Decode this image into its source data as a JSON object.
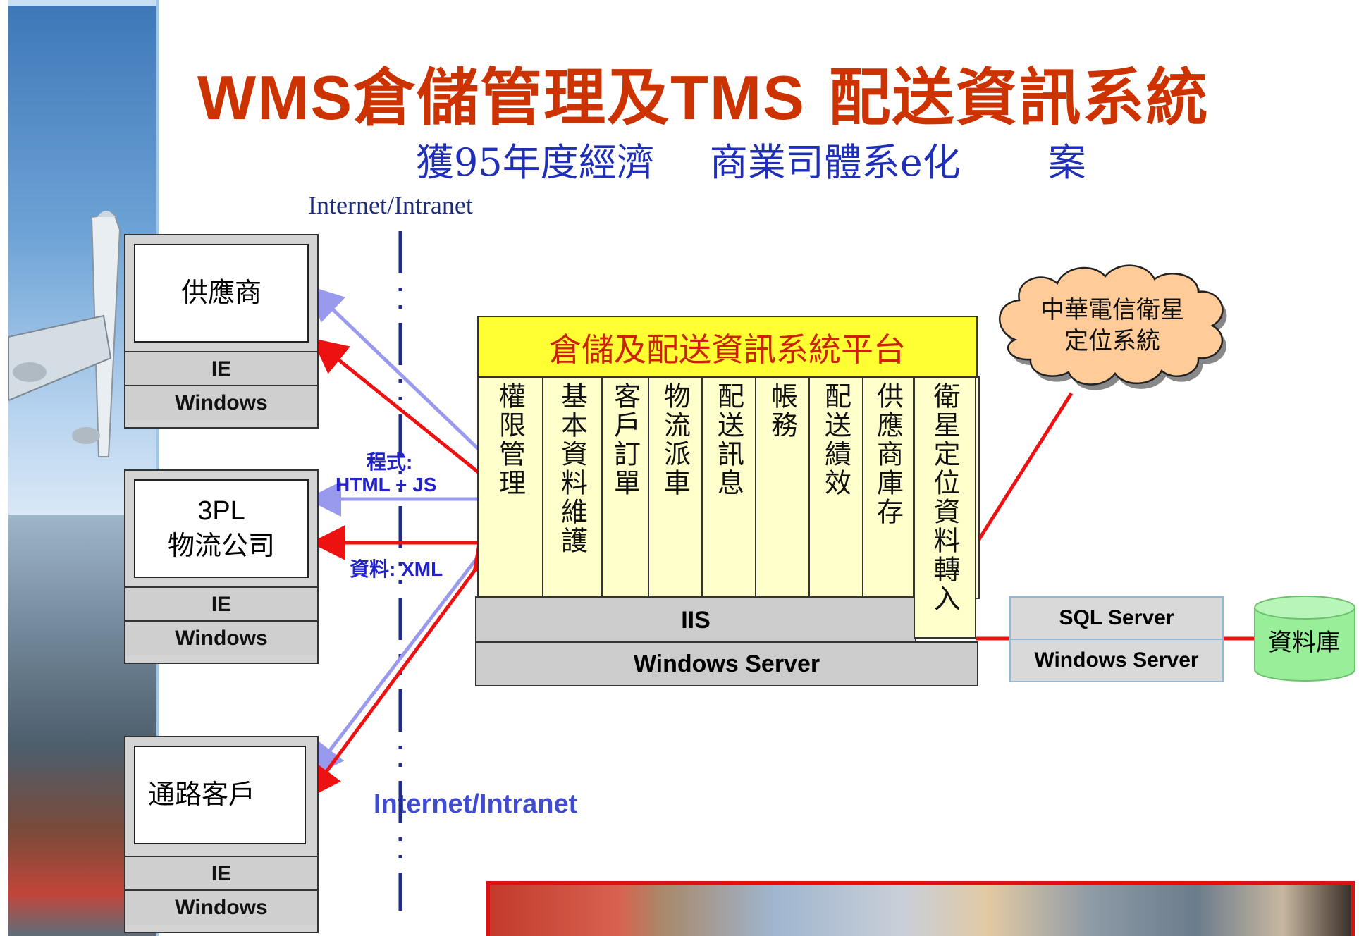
{
  "title": {
    "part1": "WMS",
    "part2": "倉儲管理及",
    "part3": "TMS",
    "part4": " 配送資訊系統"
  },
  "subtitle": {
    "part1": "獲95年度經濟",
    "part2": "商業司體系e化",
    "part3": "案"
  },
  "network": {
    "top_label": "Internet/Intranet",
    "bottom_label": "Internet/Intranet"
  },
  "clients": [
    {
      "name": "供應商",
      "browser": "IE",
      "os": "Windows"
    },
    {
      "name_line1": "3PL",
      "name_line2": "物流公司",
      "browser": "IE",
      "os": "Windows"
    },
    {
      "name": "通路客戶",
      "browser": "IE",
      "os": "Windows"
    }
  ],
  "connection_labels": {
    "program_line1": "程式:",
    "program_line2": "HTML + JS",
    "data": "資料: XML"
  },
  "platform": {
    "title": "倉儲及配送資訊系統平台",
    "modules": [
      "權限管理",
      "基本資料維護",
      "客戶訂單",
      "物流派車",
      "配送訊息",
      "帳務",
      "配送績效",
      "供應商庫存"
    ],
    "satellite_module": "衛星定位資料轉入",
    "web_server": "IIS",
    "server_os": "Windows Server"
  },
  "gps_system": {
    "line1": "中華電信衛星",
    "line2": "定位系統"
  },
  "db_server": {
    "software": "SQL Server",
    "os": "Windows Server"
  },
  "database": {
    "label": "資料庫"
  },
  "colors": {
    "title": "#cc3300",
    "subtitle": "#1f2fb8",
    "platform_header": "#ffff33",
    "modules_bg": "#ffffcc",
    "red_arrow": "#ee1111",
    "blue_arrow": "#9999ee",
    "database": "#99ee99",
    "cloud": "#ffcc99"
  }
}
